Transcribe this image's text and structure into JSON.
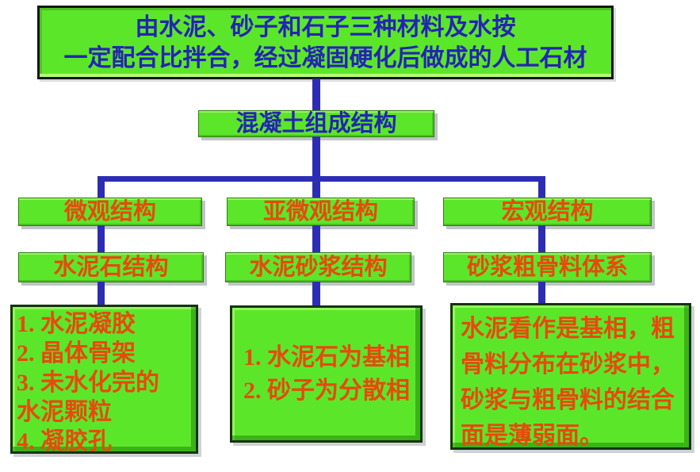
{
  "colors": {
    "background": "#ffffff",
    "box_fill": "#5ce62a",
    "blue_text": "#2424b4",
    "red_text": "#e8490e",
    "connector": "#2d2db4"
  },
  "definition_box": {
    "line1": "由水泥、砂子和石子三种材料及水按",
    "line2": "一定配合比拌合，经过凝固硬化后做成的人工石材"
  },
  "root_box": {
    "label": "混凝土组成结构"
  },
  "columns": [
    {
      "level1": "微观结构",
      "level2": "水泥石结构",
      "detail_lines": [
        "1. 水泥凝胶",
        "2. 晶体骨架",
        "3. 未水化完的",
        "水泥颗粒",
        "4. 凝胶孔"
      ]
    },
    {
      "level1": "亚微观结构",
      "level2": "水泥砂浆结构",
      "detail_lines": [
        "1. 水泥石为基相",
        "2. 砂子为分散相"
      ]
    },
    {
      "level1": "宏观结构",
      "level2": "砂浆粗骨料体系",
      "detail_lines": [
        "水泥看作是基相，粗",
        "骨料分布在砂浆中，",
        "砂浆与粗骨料的结合",
        "面是薄弱面。"
      ]
    }
  ]
}
